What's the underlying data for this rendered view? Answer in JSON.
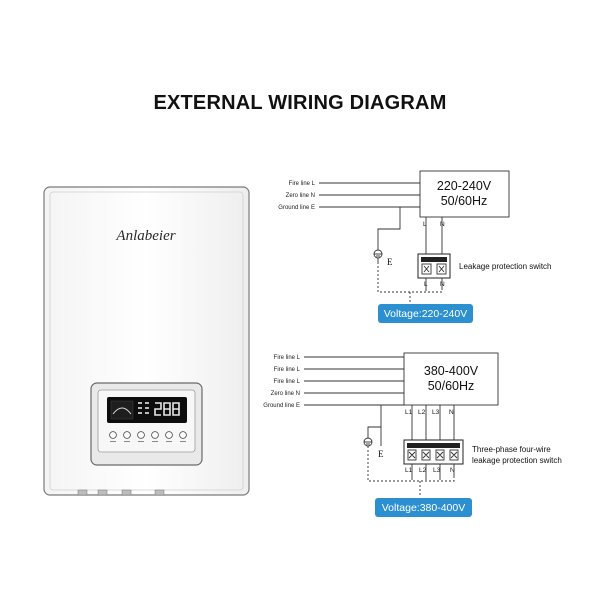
{
  "title": "EXTERNAL WIRING DIAGRAM",
  "brand": "Anlabeier",
  "colors": {
    "accent": "#2c8fd0",
    "line": "#333333"
  },
  "single_phase": {
    "inputs": [
      "Fire line L",
      "Zero line N",
      "Ground line E"
    ],
    "box_line1": "220-240V",
    "box_line2": "50/60Hz",
    "terminals_top": [
      "L",
      "N"
    ],
    "terminals_bottom": [
      "L",
      "N"
    ],
    "ground_label": "E",
    "switch_label": "Leakage protection switch",
    "voltage_badge": "Voltage:220-240V"
  },
  "three_phase": {
    "inputs": [
      "Fire line L",
      "Fire line L",
      "Fire line L",
      "Zero line N",
      "Ground line E"
    ],
    "box_line1": "380-400V",
    "box_line2": "50/60Hz",
    "terminals_top": [
      "L1",
      "L2",
      "L3",
      "N"
    ],
    "terminals_bottom": [
      "L1",
      "L2",
      "L3",
      "N"
    ],
    "ground_label": "E",
    "switch_label_line1": "Three-phase four-wire",
    "switch_label_line2": "leakage protection switch",
    "voltage_badge": "Voltage:380-400V"
  }
}
